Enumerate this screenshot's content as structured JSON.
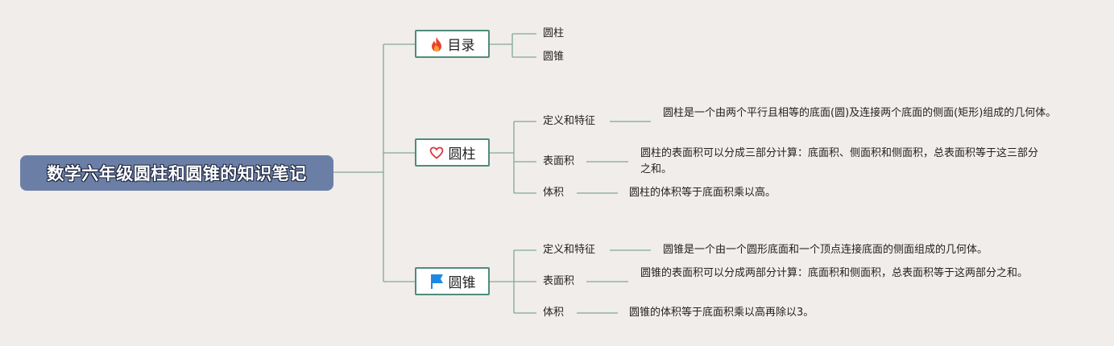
{
  "root": {
    "title": "数学六年级圆柱和圆锥的知识笔记"
  },
  "branches": [
    {
      "label": "目录",
      "icon": "fire-icon",
      "children": [
        {
          "label": "圆柱"
        },
        {
          "label": "圆锥"
        }
      ]
    },
    {
      "label": "圆柱",
      "icon": "heart-outline-icon",
      "children": [
        {
          "label": "定义和特征",
          "detail": "圆柱是一个由两个平行且相等的底面(圆)及连接两个底面的侧面(矩形)组成的几何体。"
        },
        {
          "label": "表面积",
          "detail": "圆柱的表面积可以分成三部分计算：底面积、侧面积和侧面积，总表面积等于这三部分之和。"
        },
        {
          "label": "体积",
          "detail": "圆柱的体积等于底面积乘以高。"
        }
      ]
    },
    {
      "label": "圆锥",
      "icon": "flag-icon",
      "children": [
        {
          "label": "定义和特征",
          "detail": "圆锥是一个由一个圆形底面和一个顶点连接底面的侧面组成的几何体。"
        },
        {
          "label": "表面积",
          "detail": "圆锥的表面积可以分成两部分计算：底面积和侧面积，总表面积等于这两部分之和。"
        },
        {
          "label": "体积",
          "detail": "圆锥的体积等于底面积乘以高再除以3。"
        }
      ]
    }
  ],
  "colors": {
    "connector": "#7fa896",
    "branch_border": "#4f8c7c",
    "root_fill": "#6b7fa6",
    "background": "#f1edea"
  }
}
